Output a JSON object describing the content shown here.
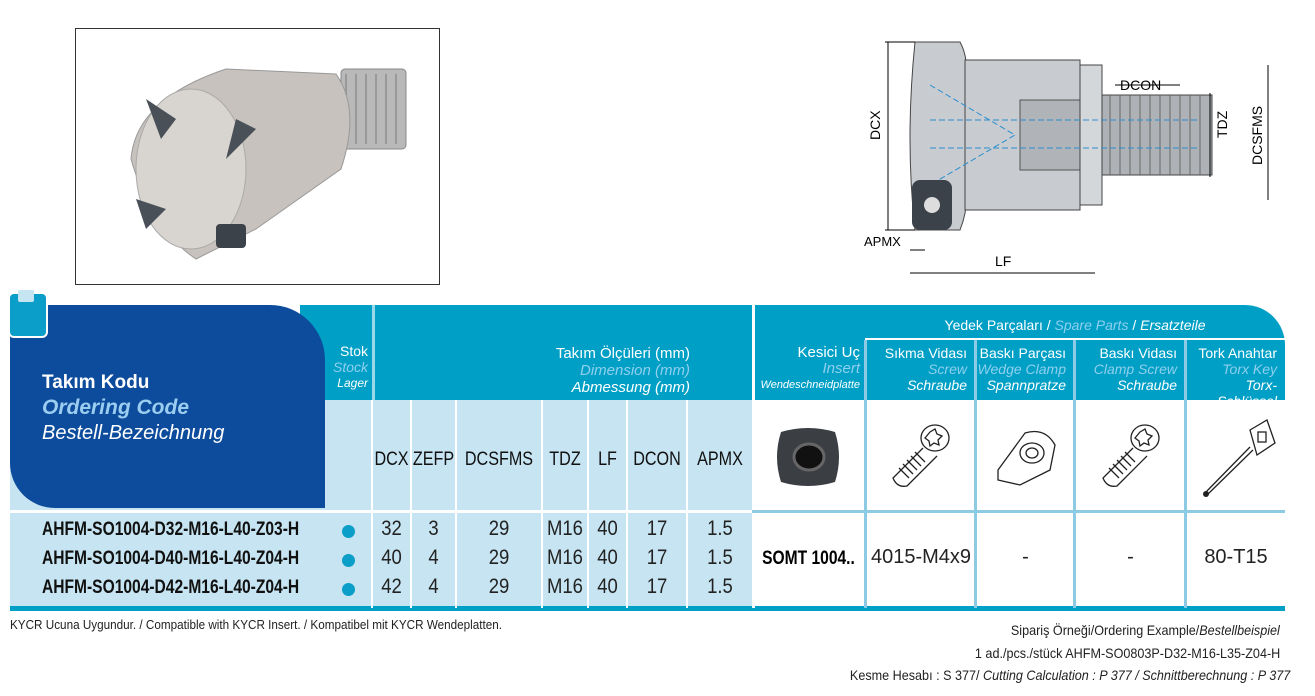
{
  "header": {
    "code_tr": "Takım Kodu",
    "code_en": "Ordering Code",
    "code_de": "Bestell-Bezeichnung",
    "stock_tr": "Stok",
    "stock_en": "Stock",
    "stock_de": "Lager",
    "dim_tr": "Takım Ölçüleri (mm)",
    "dim_en": "Dimension (mm)",
    "dim_de": "Abmessung (mm)",
    "insert_tr": "Kesici Uç",
    "insert_en": "Insert",
    "insert_de": "Wendeschneidplatte",
    "spare_tr": "Yedek Parçaları",
    "spare_en": "Spare Parts",
    "spare_de": "Ersatzteile",
    "sep": " / ",
    "spare_cols": [
      {
        "tr": "Sıkma Vidası",
        "en": "Screw",
        "de": "Schraube"
      },
      {
        "tr": "Baskı Parçası",
        "en": "Wedge Clamp",
        "de": "Spannpratze"
      },
      {
        "tr": "Baskı Vidası",
        "en": "Clamp Screw",
        "de": "Schraube"
      },
      {
        "tr": "Tork Anahtar",
        "en": "Torx Key",
        "de": "Torx-Schlüssel"
      }
    ],
    "dim_cols": [
      "DCX",
      "ZEFP",
      "DCSFMS",
      "TDZ",
      "LF",
      "DCON",
      "APMX"
    ]
  },
  "rows": [
    {
      "code": "AHFM-SO1004-D32-M16-L40-Z03-H",
      "vals": [
        "32",
        "3",
        "29",
        "M16",
        "40",
        "17",
        "1.5"
      ]
    },
    {
      "code": "AHFM-SO1004-D40-M16-L40-Z04-H",
      "vals": [
        "40",
        "4",
        "29",
        "M16",
        "40",
        "17",
        "1.5"
      ]
    },
    {
      "code": "AHFM-SO1004-D42-M16-L40-Z04-H",
      "vals": [
        "42",
        "4",
        "29",
        "M16",
        "40",
        "17",
        "1.5"
      ]
    }
  ],
  "insert": "SOMT 1004..",
  "spare_vals": [
    "4015-M4x9",
    "-",
    "-",
    "80-T15"
  ],
  "diagram": {
    "labels": [
      "DCON",
      "DCX",
      "TDZ",
      "DCSFMS",
      "APMX",
      "LF"
    ]
  },
  "footer": {
    "compat": "KYCR Ucuna Uygundur. / Compatible with KYCR Insert. / Kompatibel mit KYCR Wendeplatten.",
    "example_a": "Sipariş Örneği/Ordering Example/",
    "example_b": "Bestellbeispiel",
    "example_line": "1 ad./pcs./stück  AHFM-SO0803P-D32-M16-L35-Z04-H",
    "calc_a": "Kesme Hesabı : S 377/ ",
    "calc_b": "Cutting Calculation : P 377 / Schnittberechnung : P 377"
  },
  "colors": {
    "dark": "#0d4c9c",
    "teal": "#009fc6",
    "light": "#c6e4f1"
  }
}
